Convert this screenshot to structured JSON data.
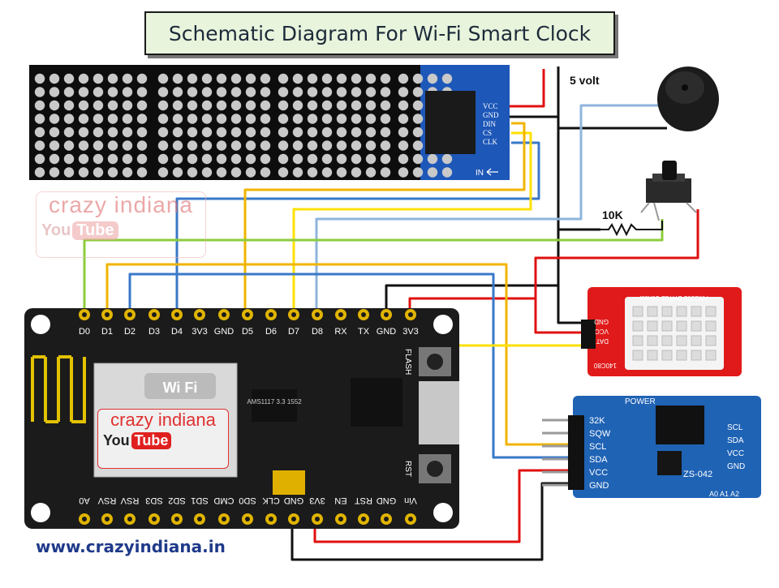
{
  "title": "Schematic Diagram For Wi-Fi Smart Clock",
  "footer_url": "www.crazyindiana.in",
  "power_label": "5 volt",
  "resistor_label": "10K",
  "watermark": {
    "line1": "crazy indiana",
    "line2a": "You",
    "line2b": "Tube"
  },
  "module_badge": "Wi Fi",
  "matrix": {
    "pins": [
      "VCC",
      "GND",
      "DIN",
      "CS",
      "CLK"
    ],
    "in_label": "IN"
  },
  "nodemcu": {
    "top_pins": [
      "D0",
      "D1",
      "D2",
      "D3",
      "D4",
      "3V3",
      "GND",
      "D5",
      "D6",
      "D7",
      "D8",
      "RX",
      "TX",
      "GND",
      "3V3"
    ],
    "bottom_pins": [
      "A0",
      "RSV",
      "RSV",
      "SD3",
      "SD2",
      "SD1",
      "CMD",
      "SD0",
      "CLK",
      "GND",
      "3V3",
      "EN",
      "RST",
      "GND",
      "Vin"
    ],
    "flash_label": "FLASH",
    "rst_label": "RST",
    "regulator": "AMS1117 3.3 1552"
  },
  "dht": {
    "pins": [
      "GND",
      "VCC",
      "DAT"
    ],
    "title": "AM2302 DHT22 Sensor",
    "code": "140C80"
  },
  "rtc": {
    "pins": [
      "32K",
      "SQW",
      "SCL",
      "SDA",
      "VCC",
      "GND"
    ],
    "right_pins": [
      "SCL",
      "SDA",
      "VCC",
      "GND"
    ],
    "power_label": "POWER",
    "model": "ZS-042",
    "addr": "A0 A1 A2"
  },
  "colors": {
    "red": "#e01010",
    "black": "#111111",
    "blue": "#3a78c8",
    "lightblue": "#8fb4dc",
    "yellow": "#ffe000",
    "orange": "#f0b400",
    "green": "#8ccc3c",
    "board": "#1b1b1b",
    "dht": "#e01a1a",
    "rtc": "#1f63b5"
  }
}
